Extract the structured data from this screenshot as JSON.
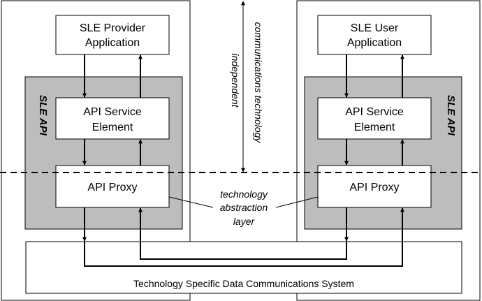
{
  "diagram": {
    "left": {
      "application_lines": [
        "SLE Provider",
        "Application"
      ],
      "api_label": "SLE API",
      "service_element_lines": [
        "API Service",
        "Element"
      ],
      "proxy_label": "API Proxy"
    },
    "right": {
      "application_lines": [
        "SLE User",
        "Application"
      ],
      "api_label": "SLE API",
      "service_element_lines": [
        "API Service",
        "Element"
      ],
      "proxy_label": "API Proxy"
    },
    "comm_independent_lines": [
      "communications technology",
      "independent"
    ],
    "abstraction_lines": [
      "technology",
      "abstraction",
      "layer"
    ],
    "system_label": "Technology Specific Data Communications System",
    "colors": {
      "api_fill": "#bdbdbd",
      "box_fill": "#ffffff",
      "stroke": "#000000"
    }
  }
}
